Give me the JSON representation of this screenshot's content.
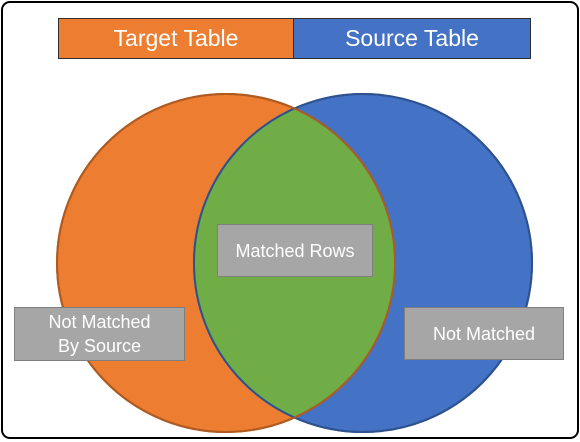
{
  "header": {
    "target_label": "Target Table",
    "source_label": "Source Table"
  },
  "regions": {
    "matched_label": "Matched Rows",
    "not_matched_by_source_line1": "Not Matched",
    "not_matched_by_source_line2": "By Source",
    "not_matched_label": "Not Matched"
  },
  "colors": {
    "target": "#ed7d31",
    "source": "#4472c4",
    "overlap": "#70ad47",
    "label_box": "#a6a6a6"
  }
}
